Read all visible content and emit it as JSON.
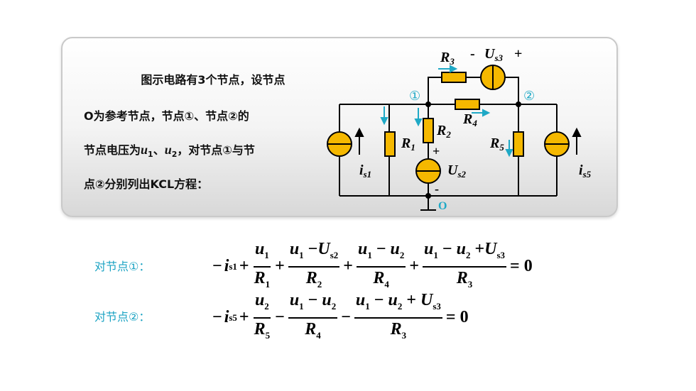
{
  "description": {
    "line1": "图示电路有3个节点，设节点",
    "line2": "O为参考节点，节点①、节点②的",
    "line3_a": "节点电压为",
    "line3_u1": "u",
    "line3_sub1": "1",
    "line3_sep": "、",
    "line3_u2": "u",
    "line3_sub2": "2",
    "line3_b": "，对节点①与节",
    "line4": "点②分别列出KCL方程："
  },
  "circuit": {
    "node1": "①",
    "node2": "②",
    "node_o": "O",
    "R1": "R",
    "R1_sub": "1",
    "R2": "R",
    "R2_sub": "2",
    "R3": "R",
    "R3_sub": "3",
    "R4": "R",
    "R4_sub": "4",
    "R5": "R",
    "R5_sub": "5",
    "Us2": "U",
    "Us2_sub": "s2",
    "Us3": "U",
    "Us3_sub": "s3",
    "is1": "i",
    "is1_sub": "s1",
    "is5": "i",
    "is5_sub": "s5",
    "plus": "+",
    "minus": "-",
    "colors": {
      "element": "#f5b800",
      "wire": "#000000",
      "arrow": "#1fa9c6"
    }
  },
  "equations": {
    "node1_label": "对节点①：",
    "node2_label": "对节点②："
  }
}
